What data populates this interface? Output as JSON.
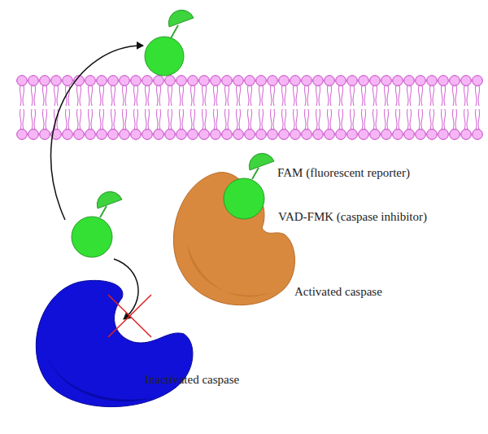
{
  "diagram": {
    "labels": [
      "FAM (fluorescent reporter)",
      "VAD-FMK (caspase inhibitor)",
      "Activated caspase",
      "Inactivated caspase"
    ]
  }
}
